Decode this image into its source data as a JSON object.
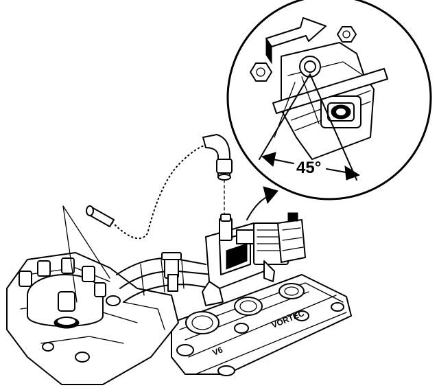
{
  "angle_label": "45°",
  "engine_label": "V6",
  "cover_label": "VORTEC"
}
